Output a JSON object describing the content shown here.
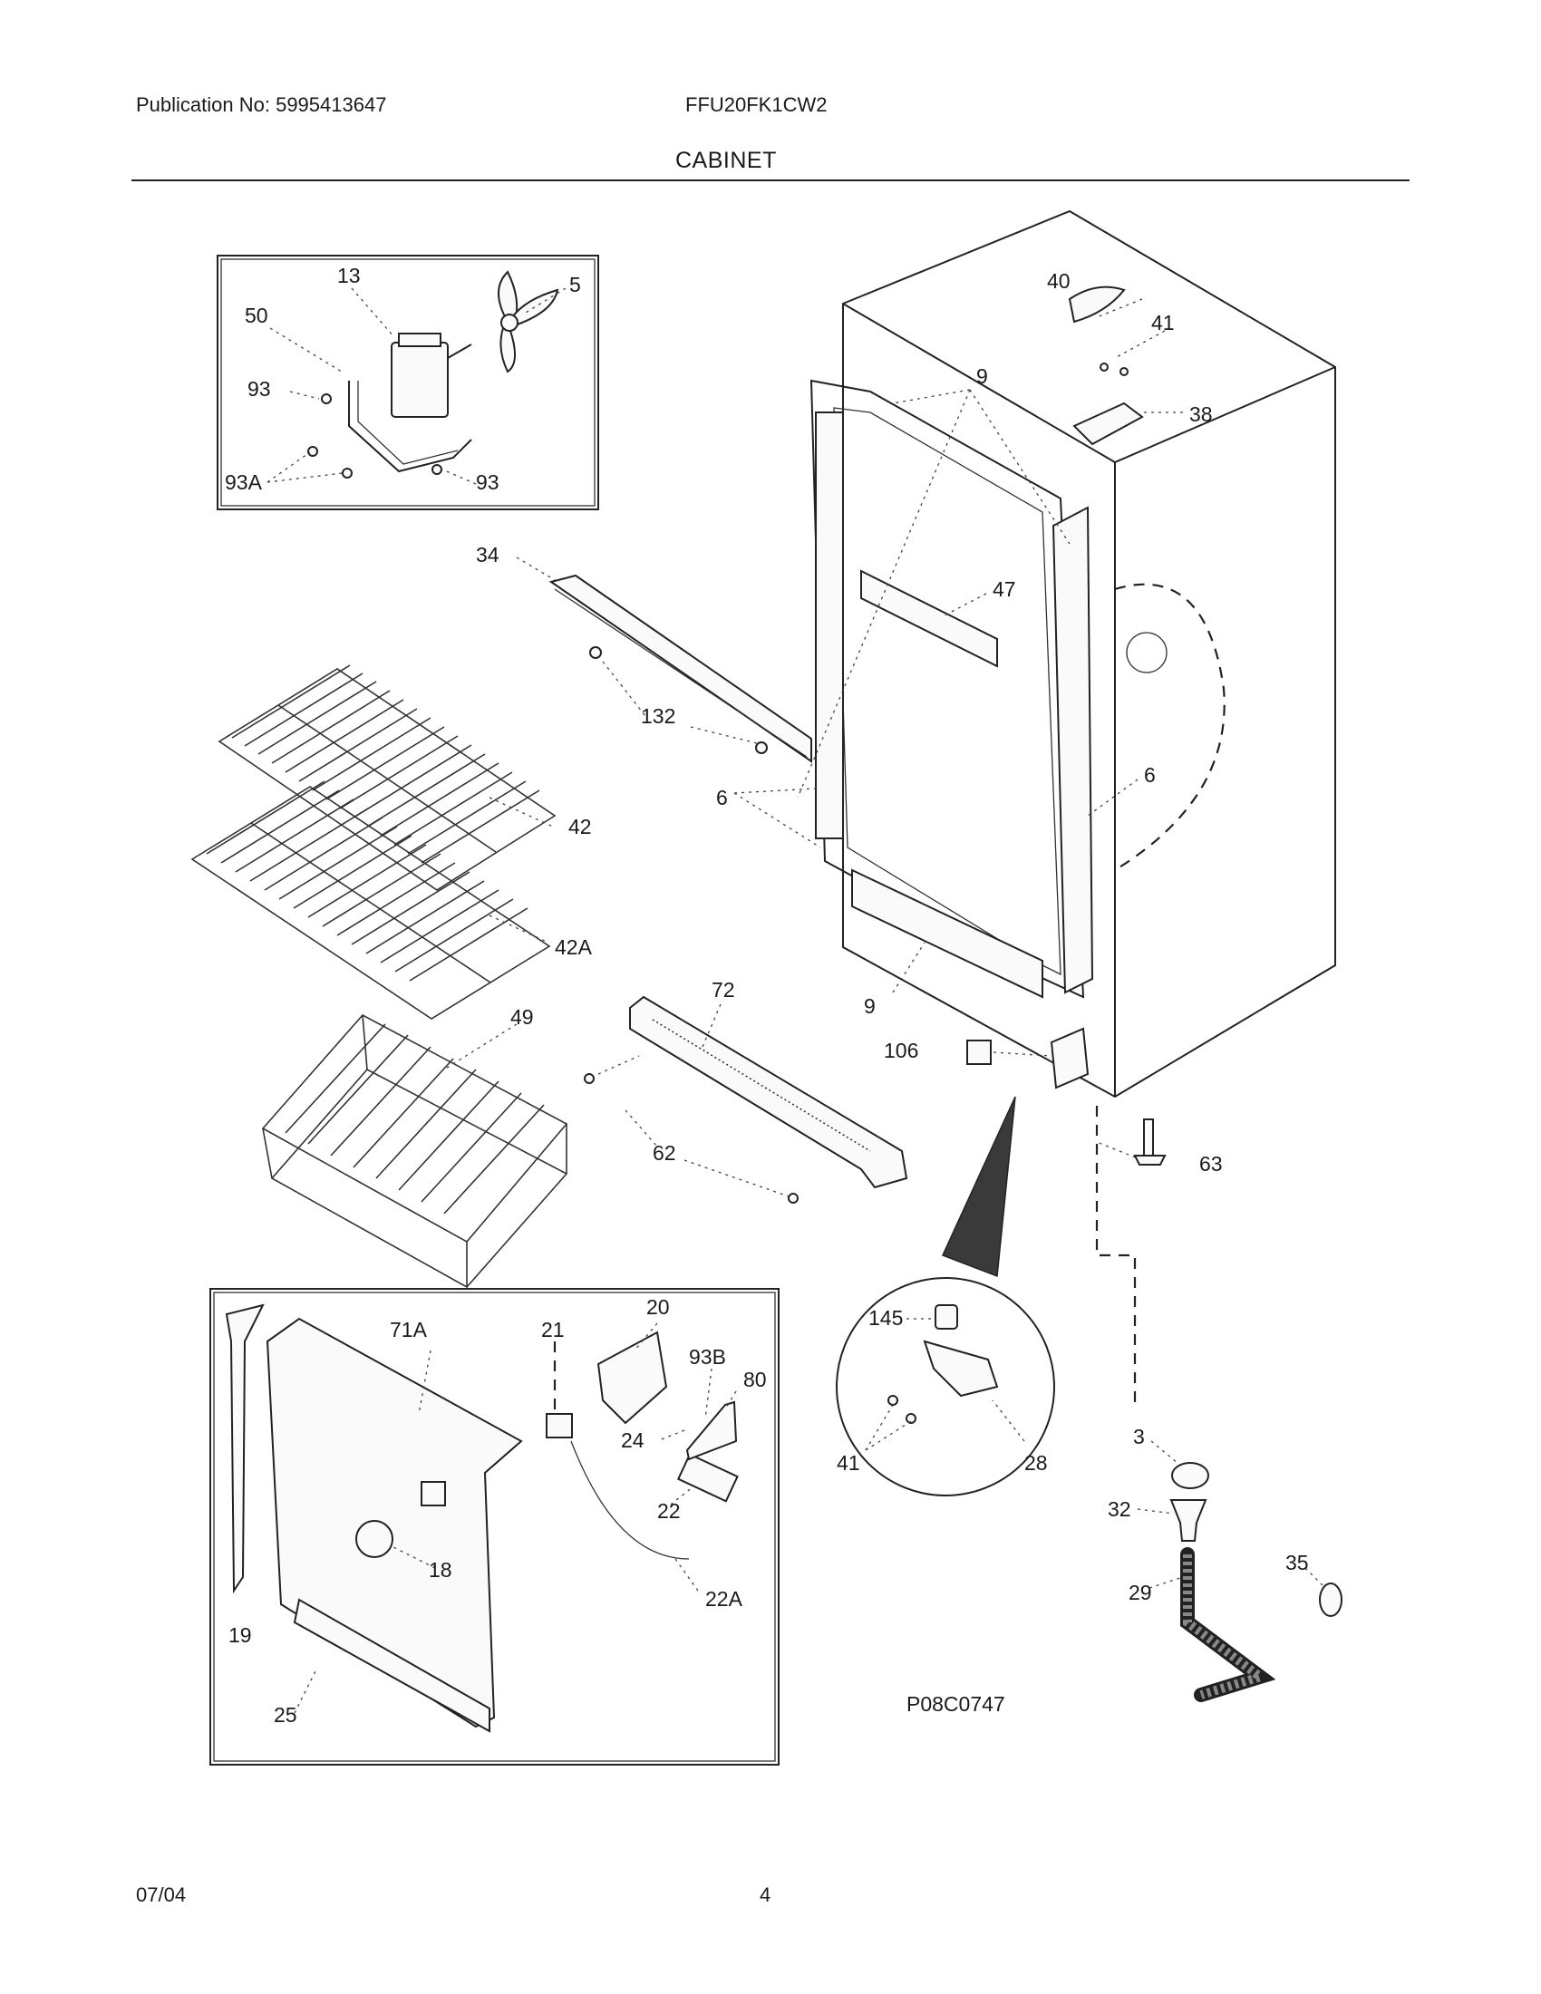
{
  "header": {
    "publication": "Publication No: 5995413647",
    "model": "FFU20FK1CW2",
    "section": "CABINET"
  },
  "footer": {
    "date": "07/04",
    "page": "4"
  },
  "drawing_code": "P08C0747",
  "callouts": {
    "c13": "13",
    "c5": "5",
    "c50": "50",
    "c93a": "93",
    "c93b": "93",
    "c93A": "93A",
    "c40": "40",
    "c41a": "41",
    "c38": "38",
    "c9a": "9",
    "c34": "34",
    "c47": "47",
    "c132": "132",
    "c6a": "6",
    "c6b": "6",
    "c42": "42",
    "c42A": "42A",
    "c49": "49",
    "c72": "72",
    "c9b": "9",
    "c106": "106",
    "c62": "62",
    "c63": "63",
    "c20": "20",
    "c71A": "71A",
    "c21": "21",
    "c93B": "93B",
    "c80": "80",
    "c24": "24",
    "c22": "22",
    "c18": "18",
    "c22A": "22A",
    "c19": "19",
    "c25": "25",
    "c145": "145",
    "c41b": "41",
    "c28": "28",
    "c3": "3",
    "c32": "32",
    "c29": "29",
    "c35": "35"
  },
  "icons": {
    "fan_motor": "fan-motor-icon",
    "fan_blade": "fan-blade-icon",
    "hinge": "hinge-icon",
    "shelf": "wire-shelf-icon",
    "basket": "wire-basket-icon",
    "grille": "toe-grille-icon",
    "leveler": "leveling-leg-icon",
    "drain_tube": "drain-tube-icon"
  }
}
